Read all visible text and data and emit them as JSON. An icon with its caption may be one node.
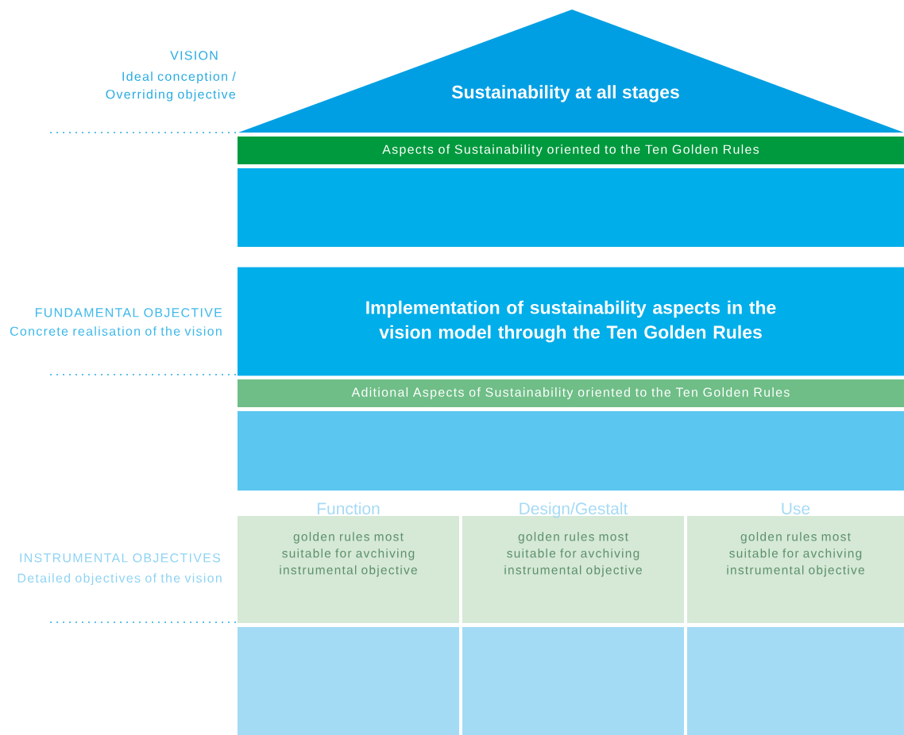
{
  "diagram": {
    "nodes": [
      {
        "text": [
          "Sustainability at all stages"
        ]
      },
      {
        "text": [
          "Aspects of Sustainability oriented to the Ten Golden Rules"
        ]
      },
      {
        "text": [],
        "shape": "box"
      },
      {
        "text": [
          "Implementation of sustainability aspects in the vision model through the Ten Golden Rules"
        ]
      },
      {
        "text": [
          "Aditional Aspects of Sustainability oriented to the Ten Golden Rules"
        ]
      },
      {
        "text": [],
        "shape": "box"
      },
      {
        "text": [
          "Function",
          "golden rules most suitable for avchiving instrumental objective"
        ]
      },
      {
        "text": [
          "Design/Gestalt",
          "golden rules most suitable for avchiving instrumental objective"
        ]
      },
      {
        "text": [
          "Use",
          "golden rules most suitable for avchiving instrumental objective"
        ]
      },
      {
        "text": [],
        "shape": "box"
      },
      {
        "text": [],
        "shape": "box"
      },
      {
        "text": [],
        "shape": "box"
      }
    ],
    "labels": [
      "VISION",
      "Ideal conception / Overriding objective",
      "FUNDAMENTAL OBJECTIVE",
      "Concrete realisation of the vision",
      "INSTRUMENTAL OBJECTIVES",
      "Detailed objectives of the vision"
    ]
  }
}
